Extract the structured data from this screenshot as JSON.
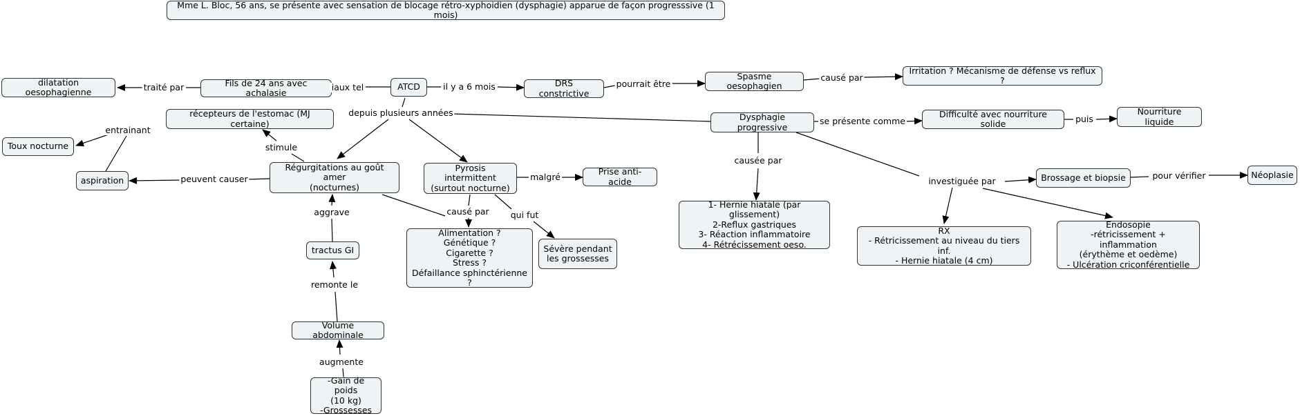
{
  "nodes": {
    "case": "Mme L. Bloc, 56 ans, se présente avec sensation de blocage rétro-xyphoidien (dysphagie) apparue de façon progresssive  (1 mois)",
    "dilatation": "dilatation oesophagienne",
    "fils": "Fils de 24 ans avec achalasie",
    "atcd": "ATCD",
    "drs": "DRS constrictive",
    "spasme": "Spasme oesophagien",
    "irritation": "Irritation ? Mécanisme de défense vs reflux ?",
    "recepteurs": "récepteurs de l'estomac (MJ certaine)",
    "toux": "Toux nocturne",
    "aspiration": "aspiration",
    "regurgitations": "Régurgitations au goût amer\n(nocturnes)",
    "pyrosis": "Pyrosis intermittent\n(surtout nocturne)",
    "antiacide": "Prise anti-acide",
    "dysphagie": "Dysphagie progressive",
    "difficulte": "Difficulté avec nourriture solide",
    "liquide": "Nourriture liquide",
    "brossage": "Brossage et biopsie",
    "neoplasie": "Néoplasie",
    "hernie": "1- Hernie hiatale (par glissement)\n2-Reflux gastriques\n3- Réaction inflammatoire\n4- Rétrécissement oeso.",
    "rx": "RX\n- Rétricissement au niveau du tiers inf.\n- Hernie hiatale (4 cm)",
    "endoscopie": "Endosopie\n-rétricissement  + inflammation\n(érythème et oedème)\n- Ulcération criconférentielle",
    "tractus": "tractus GI",
    "alimentation": "Alimentation ?\nGénétique ?\nCigarette ?\nStress ?\nDéfaillance sphinctérienne ?",
    "severe": "Sévère pendant\nles grossesses",
    "volume": "Volume abdominale",
    "gain": "-Gain de poids\n(10 kg)\n-Grossesses"
  },
  "labels": {
    "traite_par": "traité par",
    "iaux_tel": "iaux tel",
    "il_y_a_6_mois": "il y a 6 mois",
    "pourrait_etre": "pourrait être",
    "cause_par_1": "causé par",
    "depuis": "depuis plusieurs années",
    "entrainant": "entrainant",
    "stimule": "stimule",
    "peuvent_causer": "peuvent causer",
    "malgre": "malgré",
    "se_presente_comme": "se présente comme",
    "puis": "puis",
    "causee_par": "causée par",
    "investiguee_par": "investiguée par",
    "pour_verifier": "pour vérifier",
    "aggrave": "aggrave",
    "cause_par_2": "causé par",
    "qui_fut": "qui fut",
    "remonte_le": "remonte le",
    "augmente": "augmente"
  }
}
